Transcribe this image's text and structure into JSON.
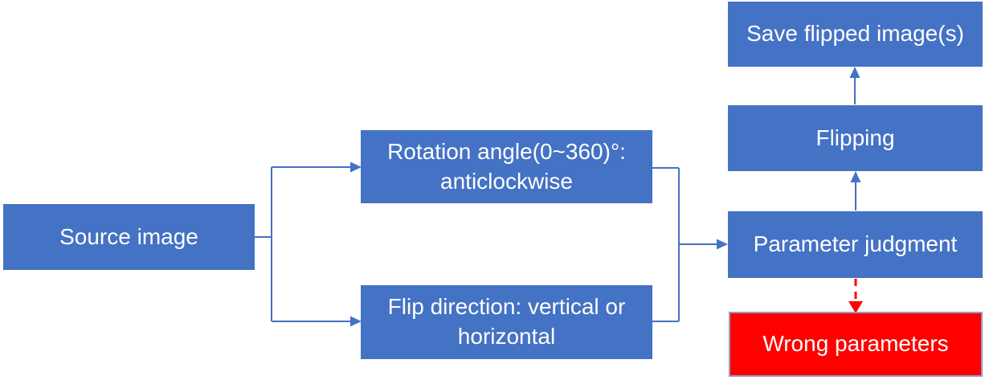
{
  "colors": {
    "node_blue": "#4472C4",
    "connector_blue": "#4472C4",
    "error_red": "#FF0000",
    "error_box_border": "#9898C0",
    "node_text": "#FFFFFF",
    "background": "#FFFFFF"
  },
  "flowchart": {
    "nodes": {
      "source_image": {
        "lines": [
          "Source image"
        ]
      },
      "rotation_angle": {
        "lines": [
          "Rotation angle(0~360)°:",
          "anticlockwise"
        ]
      },
      "flip_direction": {
        "lines": [
          "Flip direction: vertical or",
          "horizontal"
        ]
      },
      "parameter_judgment": {
        "lines": [
          "Parameter judgment"
        ]
      },
      "flipping": {
        "lines": [
          "Flipping"
        ]
      },
      "save_flipped_images": {
        "lines": [
          "Save flipped image(s)"
        ]
      },
      "wrong_parameters": {
        "lines": [
          "Wrong parameters"
        ]
      }
    },
    "edges": [
      {
        "from": "source_image",
        "to": "rotation_angle",
        "style": "solid",
        "color": "blue",
        "arrow": "right"
      },
      {
        "from": "source_image",
        "to": "flip_direction",
        "style": "solid",
        "color": "blue",
        "arrow": "right"
      },
      {
        "from": "rotation_angle",
        "to": "parameter_judgment",
        "style": "solid",
        "color": "blue",
        "arrow": "right"
      },
      {
        "from": "flip_direction",
        "to": "parameter_judgment",
        "style": "solid",
        "color": "blue",
        "arrow": "right"
      },
      {
        "from": "parameter_judgment",
        "to": "flipping",
        "style": "solid",
        "color": "blue",
        "arrow": "up"
      },
      {
        "from": "flipping",
        "to": "save_flipped_images",
        "style": "solid",
        "color": "blue",
        "arrow": "up"
      },
      {
        "from": "parameter_judgment",
        "to": "wrong_parameters",
        "style": "dashed",
        "color": "red",
        "arrow": "down"
      }
    ]
  }
}
